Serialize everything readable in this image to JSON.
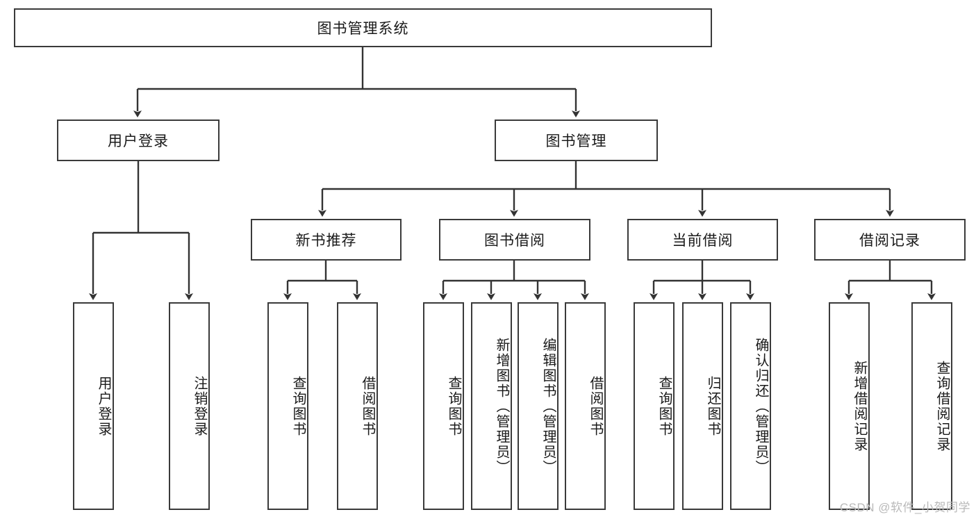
{
  "diagram": {
    "type": "tree-hierarchy",
    "title": "图书管理系统",
    "colors": {
      "box_border": "#3a3a3a",
      "box_fill": "#ffffff",
      "edge": "#333333",
      "text": "#1a1a1a",
      "watermark": "#b9b9b9",
      "background": "#ffffff"
    },
    "root": {
      "label": "图书管理系统"
    },
    "level2": [
      {
        "id": "user-login",
        "label": "用户登录"
      },
      {
        "id": "book-manage",
        "label": "图书管理"
      }
    ],
    "level3": [
      {
        "id": "new-book-recommend",
        "label": "新书推荐"
      },
      {
        "id": "book-borrow",
        "label": "图书借阅"
      },
      {
        "id": "current-borrow",
        "label": "当前借阅"
      },
      {
        "id": "borrow-record",
        "label": "借阅记录"
      }
    ],
    "leaves": {
      "user_login": [
        {
          "id": "leaf-user-login",
          "label": "用户登录"
        },
        {
          "id": "leaf-logout-login",
          "label": "注销登录"
        }
      ],
      "new_book_recommend": [
        {
          "id": "leaf-query-book-1",
          "label": "查询图书"
        },
        {
          "id": "leaf-borrow-book-1",
          "label": "借阅图书"
        }
      ],
      "book_borrow": [
        {
          "id": "leaf-query-book-2",
          "label": "查询图书"
        },
        {
          "id": "leaf-add-book",
          "label": "新增图书（管理员）"
        },
        {
          "id": "leaf-edit-book",
          "label": "编辑图书（管理员）"
        },
        {
          "id": "leaf-borrow-book-2",
          "label": "借阅图书"
        }
      ],
      "current_borrow": [
        {
          "id": "leaf-query-book-3",
          "label": "查询图书"
        },
        {
          "id": "leaf-return-book",
          "label": "归还图书"
        },
        {
          "id": "leaf-confirm-return",
          "label": "确认归还（管理员）"
        }
      ],
      "borrow_record": [
        {
          "id": "leaf-add-record",
          "label": "新增借阅记录"
        },
        {
          "id": "leaf-query-record",
          "label": "查询借阅记录"
        }
      ]
    }
  },
  "watermark": {
    "text": "CSDN @软件_小贺同学"
  }
}
